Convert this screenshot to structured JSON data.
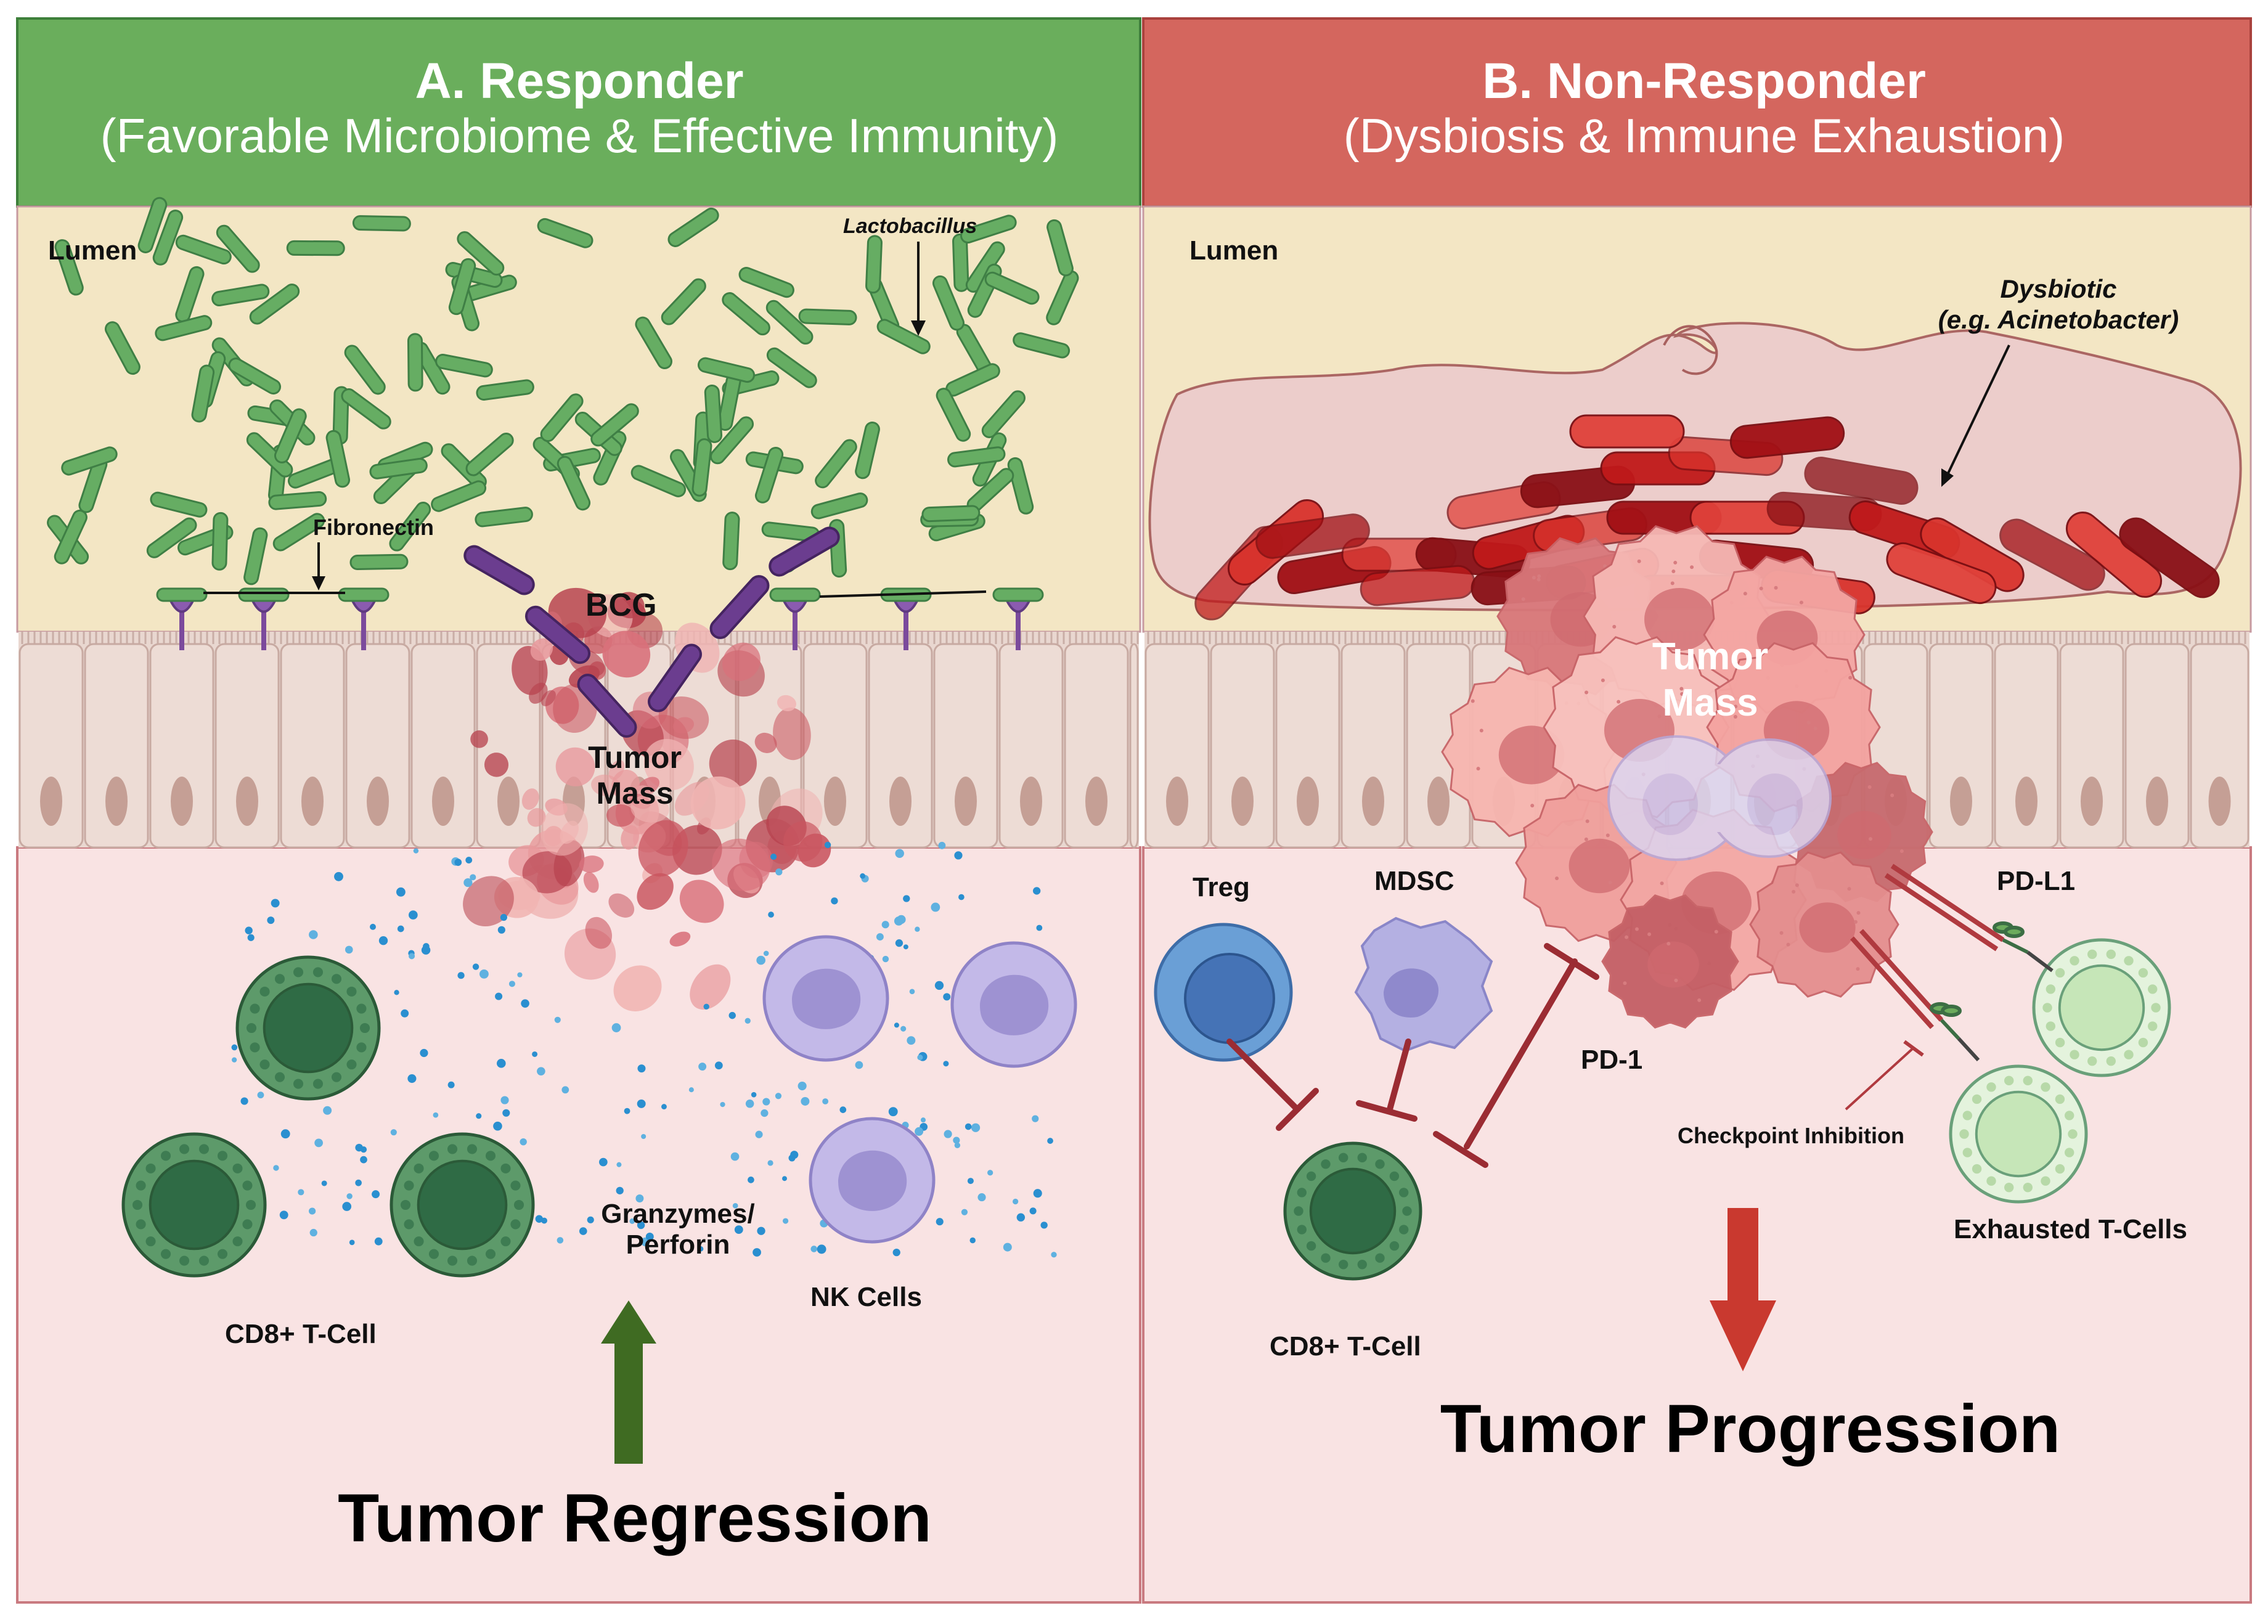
{
  "panel_a": {
    "title": "A. Responder",
    "subtitle": "(Favorable Microbiome & Effective Immunity)",
    "lumen": "Lumen",
    "lactobacillus": "Lactobacillus",
    "fibronectin": "Fibronectin",
    "bcg": "BCG",
    "tumor_mass_line1": "Tumor",
    "tumor_mass_line2": "Mass",
    "granzymes_line1": "Granzymes/",
    "granzymes_line2": "Perforin",
    "nk_cells": "NK Cells",
    "cd8": "CD8+ T-Cell",
    "outcome": "Tumor Regression",
    "colors": {
      "header": "#6aae5c",
      "lumen": "#f3e6c4",
      "tissue": "#f9e3e3",
      "bacteria": "#5fa862",
      "arrow": "#3f6b22"
    }
  },
  "panel_b": {
    "title": "B. Non-Responder",
    "subtitle": "(Dysbiosis & Immune Exhaustion)",
    "lumen": "Lumen",
    "dysbiotic_line1": "Dysbiotic",
    "dysbiotic_line2": "(e.g. Acinetobacter)",
    "tumor_mass_line1": "Tumor",
    "tumor_mass_line2": "Mass",
    "treg": "Treg",
    "mdsc": "MDSC",
    "pd1": "PD-1",
    "pdl1": "PD-L1",
    "checkpoint": "Checkpoint Inhibition",
    "exhausted": "Exhausted T-Cells",
    "cd8": "CD8+ T-Cell",
    "outcome": "Tumor Progression",
    "colors": {
      "header": "#d4665e",
      "lumen": "#f3e6c4",
      "tissue": "#f9e3e3",
      "bacteria": "#c0191a",
      "arrow": "#c9392f"
    }
  }
}
